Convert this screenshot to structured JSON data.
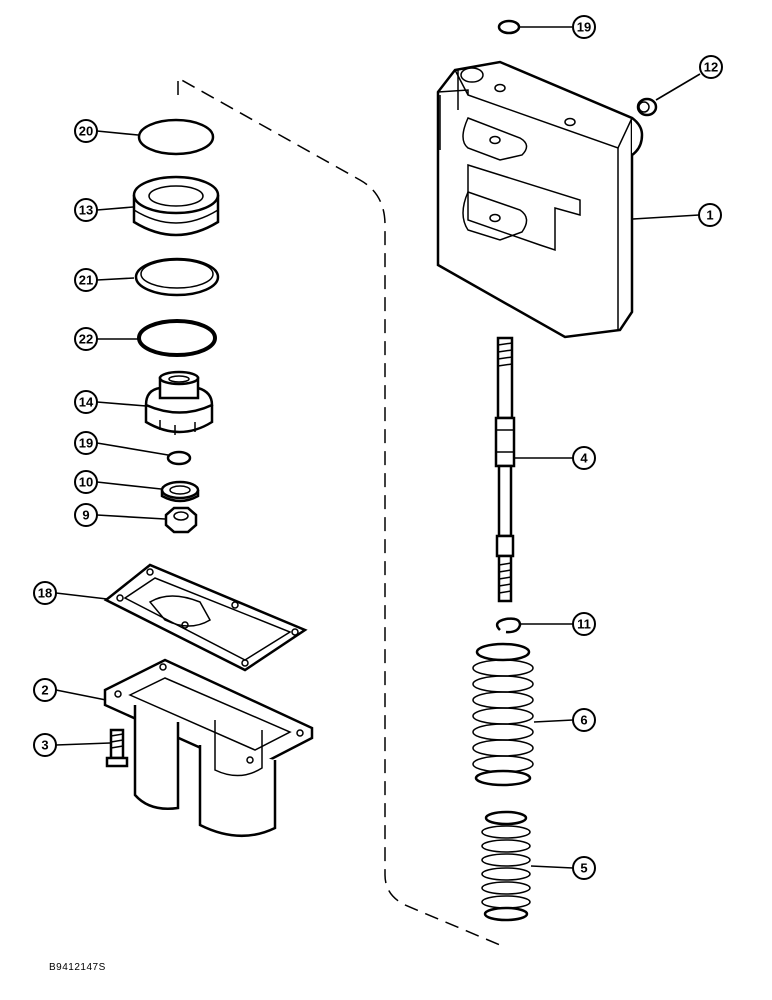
{
  "figure_code": "B9412147S",
  "callouts": {
    "c1": "1",
    "c2": "2",
    "c3": "3",
    "c4": "4",
    "c5": "5",
    "c6": "6",
    "c9": "9",
    "c10": "10",
    "c11": "11",
    "c12": "12",
    "c13": "13",
    "c14": "14",
    "c18": "18",
    "c19a": "19",
    "c19b": "19",
    "c20": "20",
    "c21": "21",
    "c22": "22"
  }
}
